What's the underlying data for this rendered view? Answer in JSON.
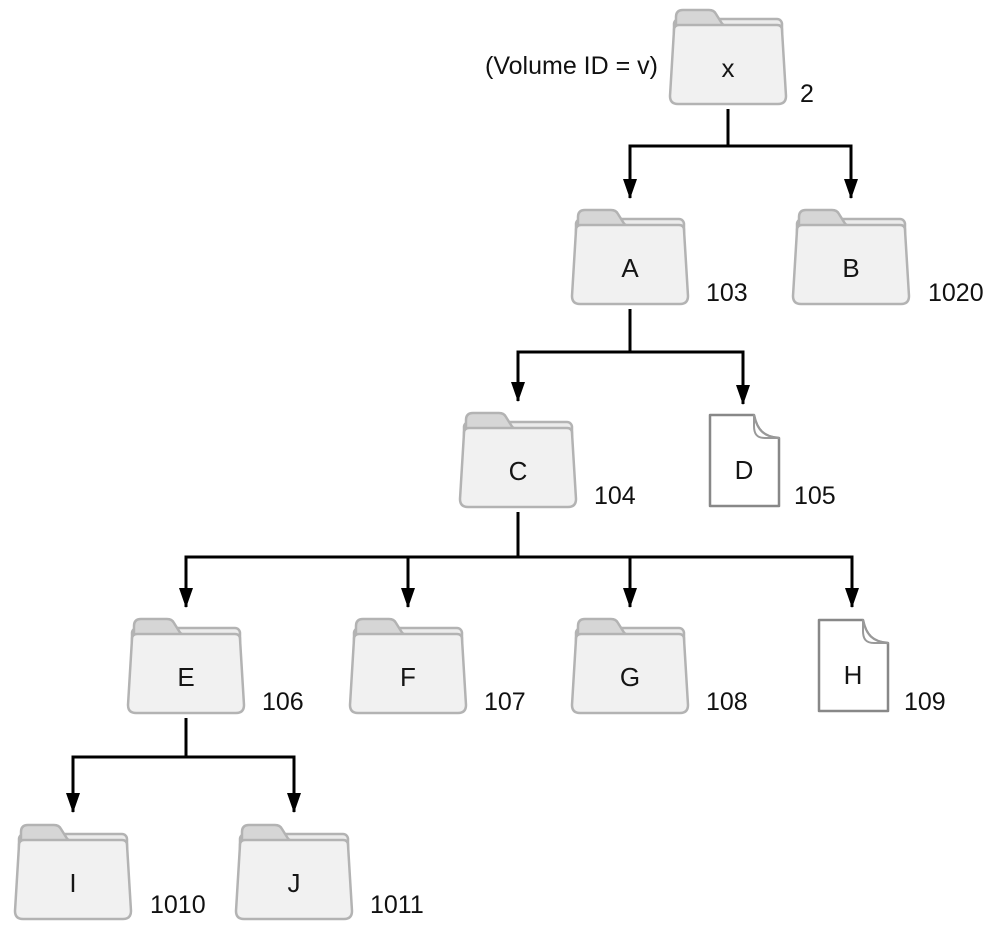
{
  "diagram": {
    "type": "tree",
    "annotation": "(Volume ID = v)",
    "nodes": [
      {
        "label": "x",
        "id": "2",
        "type": "folder"
      },
      {
        "label": "A",
        "id": "103",
        "type": "folder"
      },
      {
        "label": "B",
        "id": "1020",
        "type": "folder"
      },
      {
        "label": "C",
        "id": "104",
        "type": "folder"
      },
      {
        "label": "D",
        "id": "105",
        "type": "file"
      },
      {
        "label": "E",
        "id": "106",
        "type": "folder"
      },
      {
        "label": "F",
        "id": "107",
        "type": "folder"
      },
      {
        "label": "G",
        "id": "108",
        "type": "folder"
      },
      {
        "label": "H",
        "id": "109",
        "type": "file"
      },
      {
        "label": "I",
        "id": "1010",
        "type": "folder"
      },
      {
        "label": "J",
        "id": "1011",
        "type": "folder"
      }
    ],
    "edges": [
      [
        "x",
        "A"
      ],
      [
        "x",
        "B"
      ],
      [
        "A",
        "C"
      ],
      [
        "A",
        "D"
      ],
      [
        "C",
        "E"
      ],
      [
        "C",
        "F"
      ],
      [
        "C",
        "G"
      ],
      [
        "C",
        "H"
      ],
      [
        "E",
        "I"
      ],
      [
        "E",
        "J"
      ]
    ],
    "colors": {
      "folder_body": "#f1f1f1",
      "folder_tab": "#d6d6d6",
      "folder_border": "#b3b3b3",
      "file_fill": "#ffffff",
      "file_border": "#888888",
      "connector": "#000000",
      "text": "#111111"
    }
  }
}
